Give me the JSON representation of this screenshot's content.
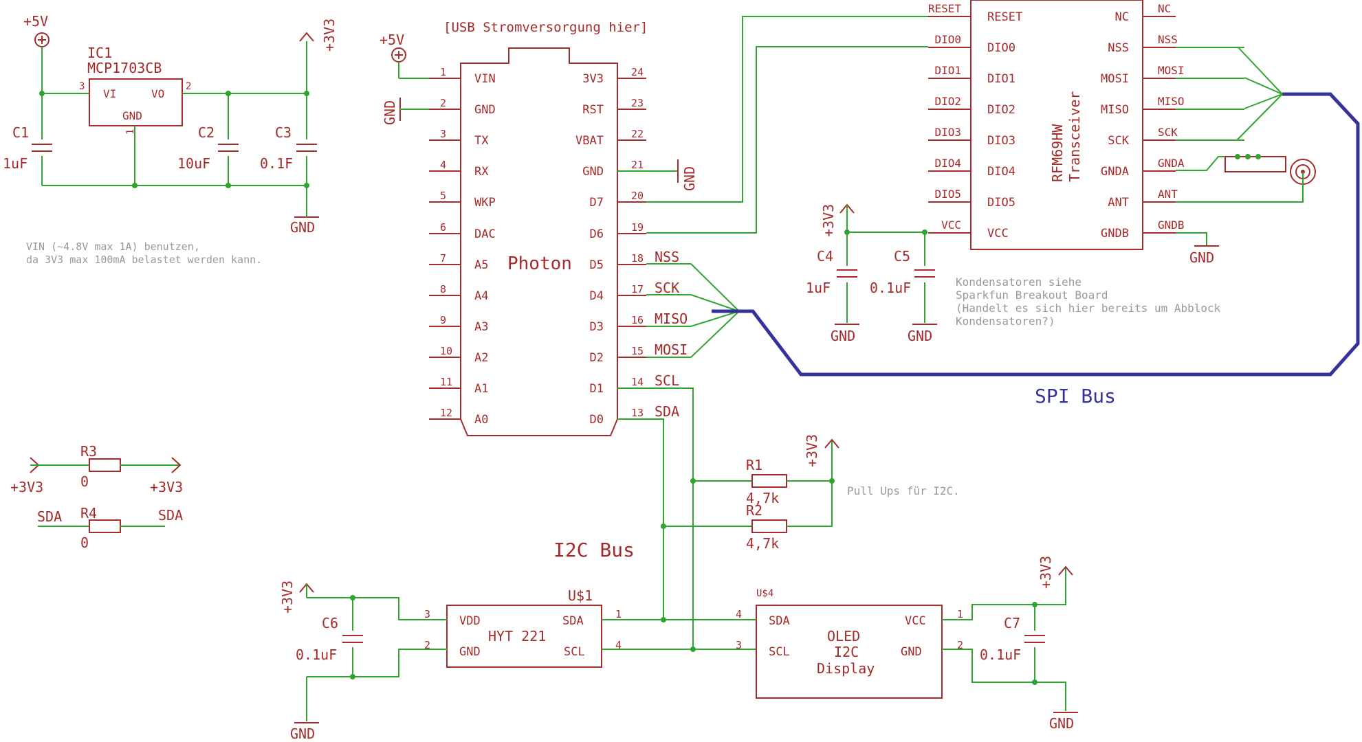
{
  "header": "[USB Stromversorgung hier]",
  "notes": {
    "vin1": "VIN (~4.8V max 1A) benutzen,",
    "vin2": "da 3V3 max 100mA belastet werden kann.",
    "kond1": "Kondensatoren siehe",
    "kond2": "Sparkfun Breakout Board",
    "kond3": "(Handelt es sich hier bereits um Abblock",
    "kond4": "Kondensatoren?)",
    "pullups": "Pull Ups für I2C."
  },
  "buses": {
    "spi": "SPI Bus",
    "i2c": "I2C Bus"
  },
  "supplies": {
    "p5v": "+5V",
    "p3v3": "+3V3",
    "gnd": "GND",
    "sda": "SDA"
  },
  "regulator": {
    "ref": "IC1",
    "part": "MCP1703CB",
    "vi": "VI",
    "vo": "VO",
    "gnd": "GND",
    "pin1": "1",
    "pin2": "2",
    "pin3": "3"
  },
  "caps": {
    "c1": {
      "ref": "C1",
      "val": "1uF"
    },
    "c2": {
      "ref": "C2",
      "val": "10uF"
    },
    "c3": {
      "ref": "C3",
      "val": "0.1F"
    },
    "c4": {
      "ref": "C4",
      "val": "1uF"
    },
    "c5": {
      "ref": "C5",
      "val": "0.1uF"
    },
    "c6": {
      "ref": "C6",
      "val": "0.1uF"
    },
    "c7": {
      "ref": "C7",
      "val": "0.1uF"
    }
  },
  "resistors": {
    "r1": {
      "ref": "R1",
      "val": "4,7k"
    },
    "r2": {
      "ref": "R2",
      "val": "4,7k"
    },
    "r3": {
      "ref": "R3",
      "val": "0"
    },
    "r4": {
      "ref": "R4",
      "val": "0"
    }
  },
  "photon": {
    "name": "Photon",
    "left": [
      {
        "num": "1",
        "label": "VIN"
      },
      {
        "num": "2",
        "label": "GND"
      },
      {
        "num": "3",
        "label": "TX"
      },
      {
        "num": "4",
        "label": "RX"
      },
      {
        "num": "5",
        "label": "WKP"
      },
      {
        "num": "6",
        "label": "DAC"
      },
      {
        "num": "7",
        "label": "A5"
      },
      {
        "num": "8",
        "label": "A4"
      },
      {
        "num": "9",
        "label": "A3"
      },
      {
        "num": "10",
        "label": "A2"
      },
      {
        "num": "11",
        "label": "A1"
      },
      {
        "num": "12",
        "label": "A0"
      }
    ],
    "right": [
      {
        "num": "24",
        "label": "3V3",
        "net": ""
      },
      {
        "num": "23",
        "label": "RST",
        "net": ""
      },
      {
        "num": "22",
        "label": "VBAT",
        "net": ""
      },
      {
        "num": "21",
        "label": "GND",
        "net": ""
      },
      {
        "num": "20",
        "label": "D7",
        "net": ""
      },
      {
        "num": "19",
        "label": "D6",
        "net": ""
      },
      {
        "num": "18",
        "label": "D5",
        "net": "NSS"
      },
      {
        "num": "17",
        "label": "D4",
        "net": "SCK"
      },
      {
        "num": "16",
        "label": "D3",
        "net": "MISO"
      },
      {
        "num": "15",
        "label": "D2",
        "net": "MOSI"
      },
      {
        "num": "14",
        "label": "D1",
        "net": "SCL"
      },
      {
        "num": "13",
        "label": "D0",
        "net": "SDA"
      }
    ]
  },
  "rfm": {
    "name": "RFM69HW",
    "sub": "Transceiver",
    "left": [
      {
        "pin": "RESET",
        "net": "RESET"
      },
      {
        "pin": "DIO0",
        "net": "DIO0"
      },
      {
        "pin": "DIO1",
        "net": "DIO1"
      },
      {
        "pin": "DIO2",
        "net": "DIO2"
      },
      {
        "pin": "DIO3",
        "net": "DIO3"
      },
      {
        "pin": "DIO4",
        "net": "DIO4"
      },
      {
        "pin": "DIO5",
        "net": "DIO5"
      },
      {
        "pin": "VCC",
        "net": "VCC"
      }
    ],
    "right": [
      {
        "pin": "NC",
        "net": "NC"
      },
      {
        "pin": "NSS",
        "net": "NSS"
      },
      {
        "pin": "MOSI",
        "net": "MOSI"
      },
      {
        "pin": "MISO",
        "net": "MISO"
      },
      {
        "pin": "SCK",
        "net": "SCK"
      },
      {
        "pin": "GNDA",
        "net": "GNDA"
      },
      {
        "pin": "ANT",
        "net": "ANT"
      },
      {
        "pin": "GNDB",
        "net": "GNDB"
      }
    ]
  },
  "hyt": {
    "ref": "U$1",
    "name": "HYT 221",
    "vdd": "VDD",
    "gnd": "GND",
    "sda": "SDA",
    "scl": "SCL",
    "p3": "3",
    "p2": "2",
    "p1": "1",
    "p4": "4"
  },
  "oled": {
    "ref": "U$4",
    "line1": "OLED",
    "line2": "I2C",
    "line3": "Display",
    "sda": "SDA",
    "scl": "SCL",
    "vcc": "VCC",
    "gnd": "GND",
    "p4": "4",
    "p3": "3",
    "p1": "1",
    "p2": "2"
  }
}
